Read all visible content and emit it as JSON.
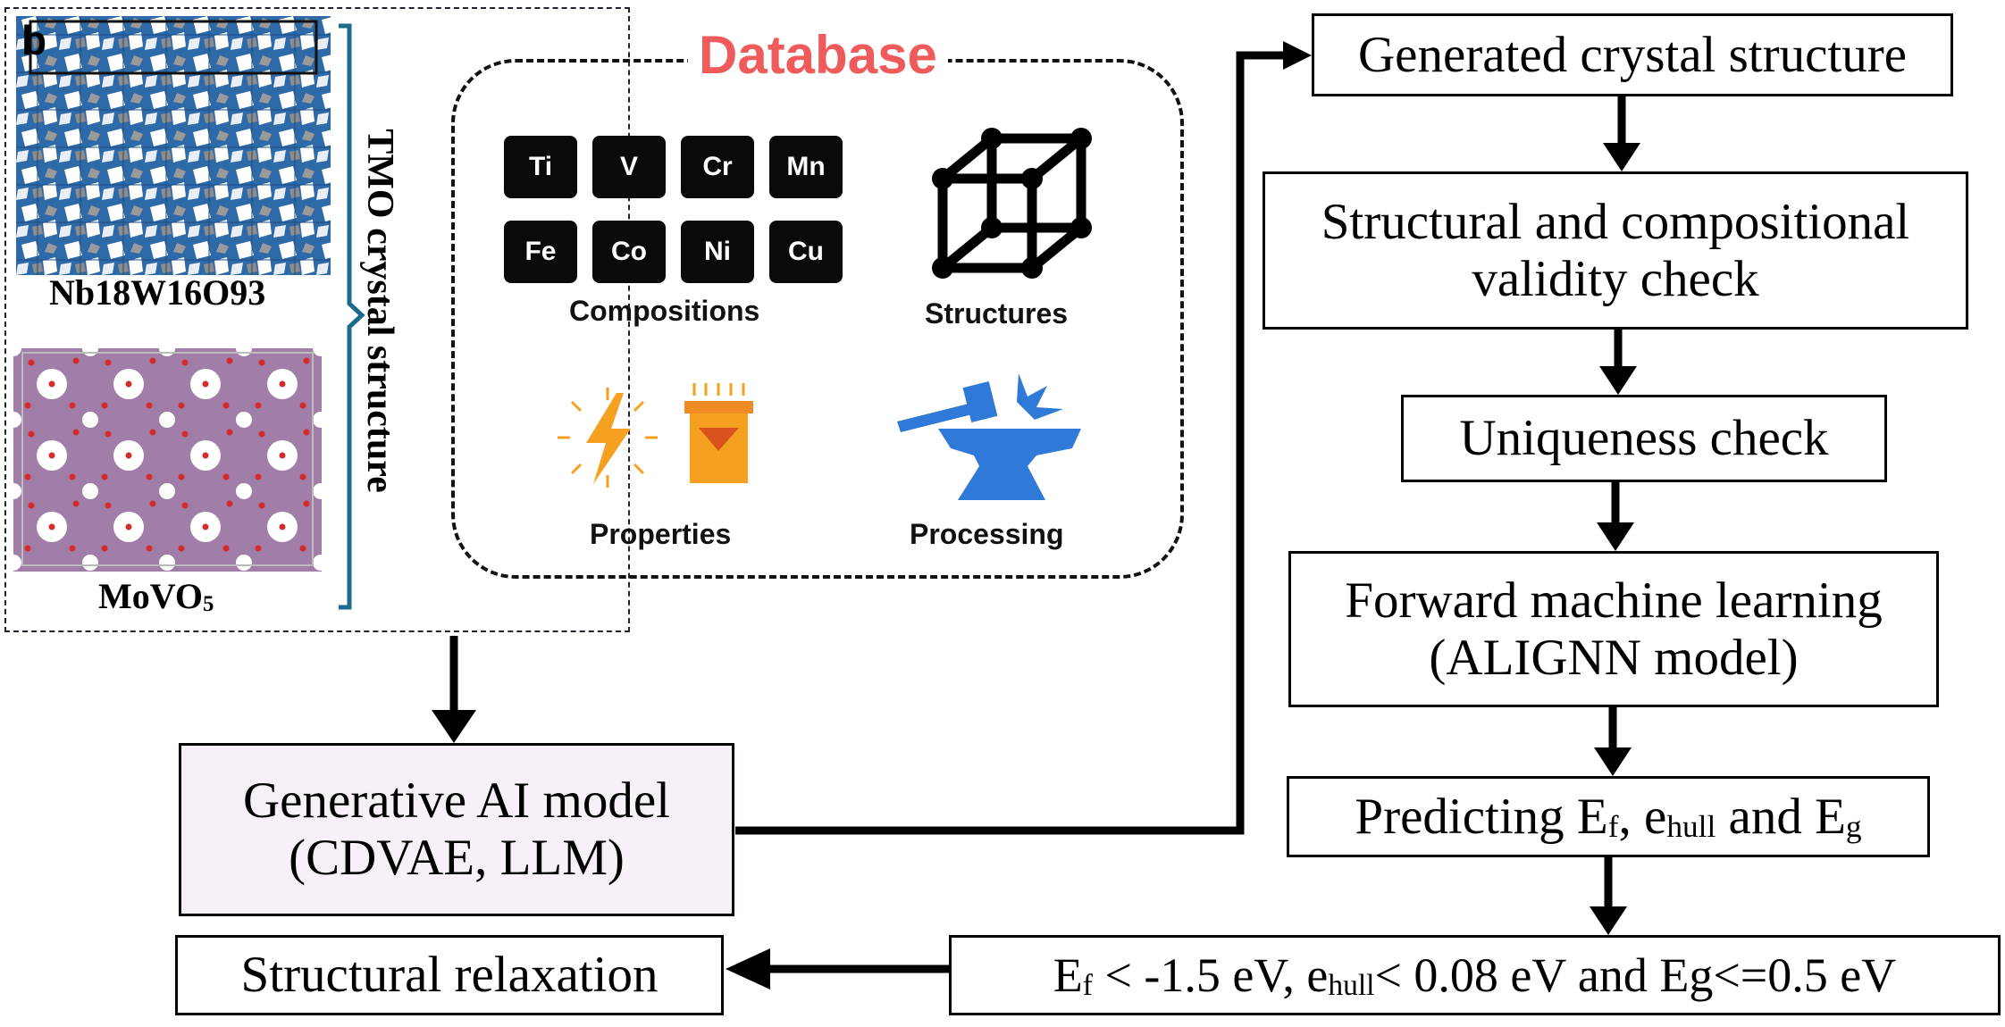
{
  "panel": {
    "panel_letter": "b",
    "tmo_label": "TMO crystal structure",
    "compound1": "Nb18W16O93",
    "compound2_main": "MoVO",
    "compound2_sub": "5"
  },
  "database": {
    "title": "Database",
    "title_color": "#ef5a5a",
    "elements": [
      "Ti",
      "V",
      "Cr",
      "Mn",
      "Fe",
      "Co",
      "Ni",
      "Cu"
    ],
    "compositions_label": "Compositions",
    "structures_label": "Structures",
    "properties_label": "Properties",
    "processing_label": "Processing"
  },
  "flow": {
    "generative_line1": "Generative AI model",
    "generative_line2": "(CDVAE, LLM)",
    "generative_bg": "#f8f0f8",
    "generated": "Generated crystal structure",
    "validity_line1": "Structural and compositional",
    "validity_line2": "validity check",
    "uniqueness": "Uniqueness check",
    "forward_line1": "Forward machine learning",
    "forward_line2": "(ALIGNN model)",
    "predicting": {
      "prefix": "Predicting E",
      "ef_sub": "f",
      "mid1": ", e",
      "ehull_sub": "hull",
      "mid2": " and E",
      "eg_sub": "g"
    },
    "criteria": {
      "e1": "E",
      "e1_sub": "f",
      "part1": " < -1.5 eV, e",
      "e2_sub": "hull",
      "part2": "< 0.08 eV and Eg<=0.5 eV"
    },
    "relaxation": "Structural relaxation"
  },
  "colors": {
    "nb_crystal": "#2f6aa8",
    "mo_crystal": "#a07ea8",
    "brace": "#1d6a8c",
    "accent_orange": "#f5a020",
    "anvil_blue": "#2f7ad8"
  }
}
